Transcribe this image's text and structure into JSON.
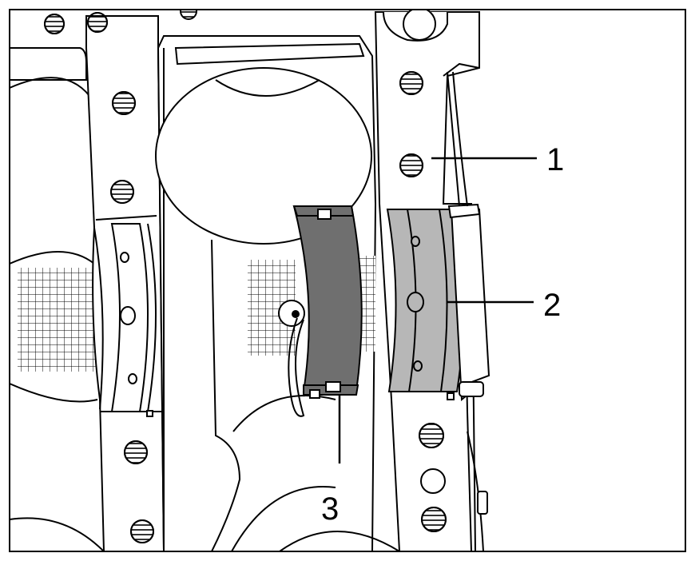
{
  "figure": {
    "callouts": [
      {
        "id": "1",
        "label": "1"
      },
      {
        "id": "2",
        "label": "2"
      },
      {
        "id": "3",
        "label": "3"
      }
    ],
    "colors": {
      "outline": "#000000",
      "paper": "#ffffff",
      "shell_dark": "#6f6f6f",
      "shell_light": "#b7b7b7"
    }
  }
}
